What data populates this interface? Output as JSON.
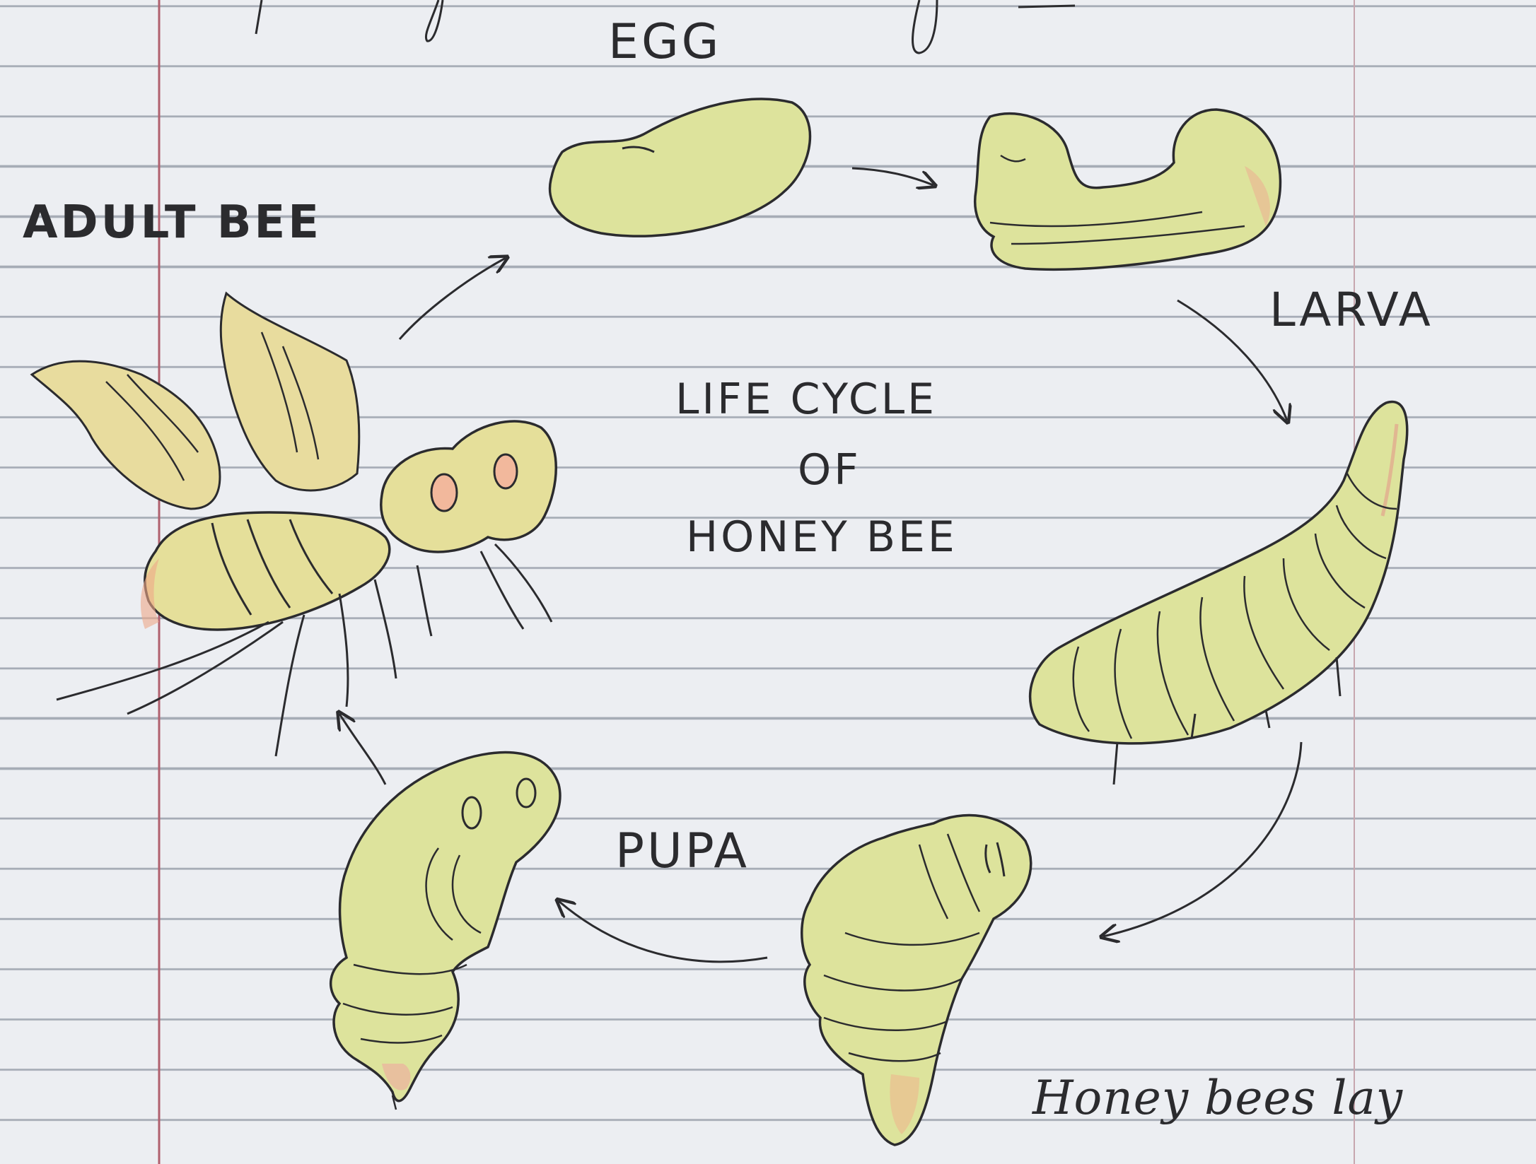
{
  "diagram": {
    "title": [
      "LIFE CYCLE",
      "OF",
      "HONEY BEE"
    ],
    "stages": {
      "egg": "EGG",
      "larva": "LARVA",
      "pupa": "PUPA",
      "adult": "ADULT BEE"
    },
    "note": "Honey bees lay"
  },
  "colors": {
    "paper": "#eceef2",
    "rule_line": "#a6acb6",
    "margin_line": "#b0606e",
    "pencil": "#2b2b2e",
    "crayon_yellow": "#dde39c",
    "crayon_orange": "#f0b98a",
    "crayon_red": "#e07a6e"
  }
}
